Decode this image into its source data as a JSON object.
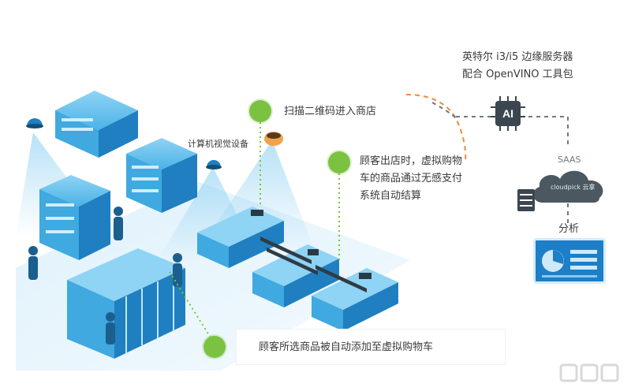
{
  "labels": {
    "camera_device": "计算机视觉设备",
    "step_scan": "扫描二维码进入商店",
    "step_checkout_line1": "顾客出店时，虚拟购物",
    "step_checkout_line2": "车的商品通过无感支付",
    "step_checkout_line3": "系统自动结算",
    "step_cart": "顾客所选商品被自动添加至虚拟购物车",
    "server_line1": "英特尔 i3/i5 边缘服务器",
    "server_line2": "配合 OpenVINO 工具包",
    "ai_chip": "AI",
    "saas": "SAAS",
    "cloud_brand": "cloudpick 云拿",
    "analysis": "分析"
  },
  "colors": {
    "accent_green": "#7cc242",
    "shelf_blue": "#3fa9e0",
    "shelf_dark": "#1f7fc0",
    "orange_dash": "#f08a3c",
    "gray_dash": "#6f7a80",
    "chip_dark": "#3b4650"
  },
  "icons": [
    "camera-icon",
    "ai-chip-icon",
    "server-icon",
    "cloud-icon",
    "dashboard-icon"
  ]
}
